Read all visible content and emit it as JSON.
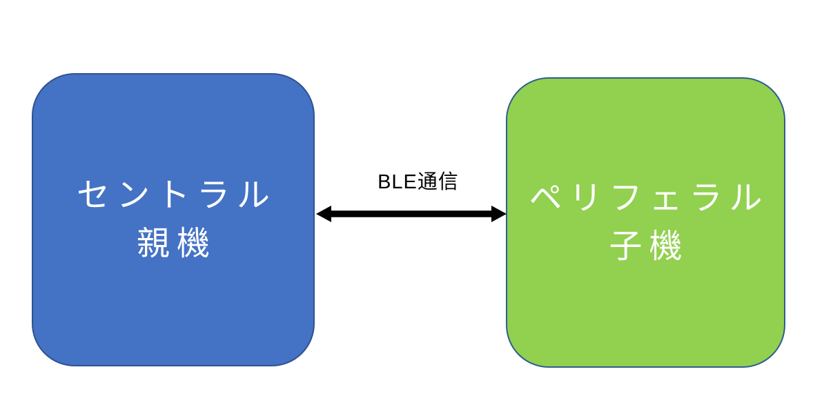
{
  "diagram": {
    "background_color": "#ffffff",
    "nodes": [
      {
        "id": "central",
        "label_line1": "セントラル",
        "label_line2": "親機",
        "fill_color": "#4472c4",
        "border_color": "#2f528f",
        "text_color": "#ffffff"
      },
      {
        "id": "peripheral",
        "label_line1": "ペリフェラル",
        "label_line2": "子機",
        "fill_color": "#92d050",
        "border_color": "#2e5e8e",
        "text_color": "#ffffff"
      }
    ],
    "connector": {
      "label": "BLE通信",
      "type": "double-headed-arrow",
      "color": "#000000"
    }
  }
}
